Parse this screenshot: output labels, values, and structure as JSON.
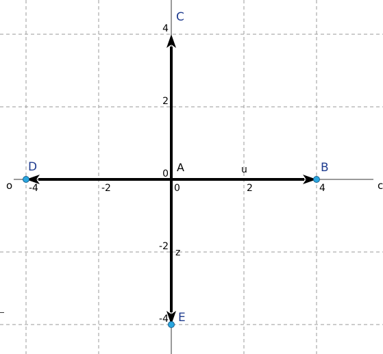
{
  "points": {
    "A": {
      "label": "A",
      "x": 0,
      "y": 0
    },
    "B": {
      "label": "B",
      "x": 4,
      "y": 0
    },
    "C": {
      "label": "C",
      "x": 0,
      "y": 4
    },
    "D": {
      "label": "D",
      "x": -4,
      "y": 0
    },
    "E": {
      "label": "E",
      "x": 0,
      "y": -4
    }
  },
  "vectors": [
    {
      "name": "u",
      "from": "A",
      "to": "B",
      "label": "u"
    },
    {
      "name": "z",
      "from": "A",
      "to": "E",
      "label": "z"
    },
    {
      "name": "to-C",
      "from": "A",
      "to": "C",
      "label": ""
    },
    {
      "name": "to-D",
      "from": "A",
      "to": "D",
      "label": ""
    }
  ],
  "x_ticks": [
    "-4",
    "-2",
    "0",
    "2",
    "4"
  ],
  "y_ticks": [
    "4",
    "2",
    "0",
    "-2",
    "-4"
  ],
  "edge_labels": {
    "left": "o",
    "right": "c"
  },
  "colors": {
    "point_fill": "#2aa7e0",
    "point_label": "#1f3c8f",
    "vector": "#000000",
    "grid": "#9a9a9a"
  },
  "grid": true
}
